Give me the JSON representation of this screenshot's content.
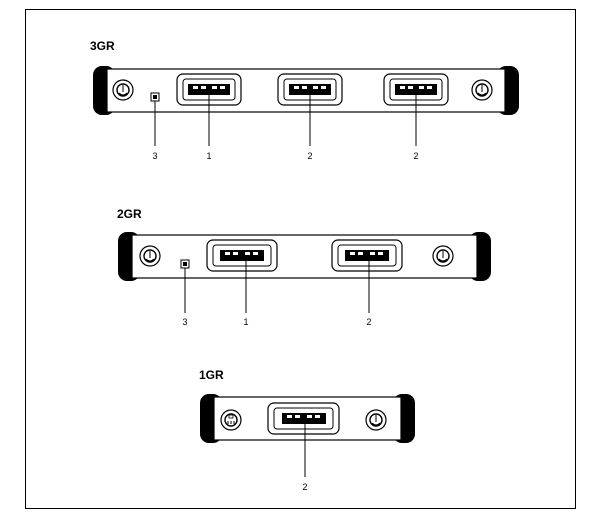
{
  "devices": [
    {
      "title": "3GR",
      "callouts": [
        "3",
        "1",
        "2",
        "2"
      ]
    },
    {
      "title": "2GR",
      "callouts": [
        "3",
        "1",
        "2"
      ]
    },
    {
      "title": "1GR",
      "callouts": [
        "2"
      ]
    }
  ]
}
